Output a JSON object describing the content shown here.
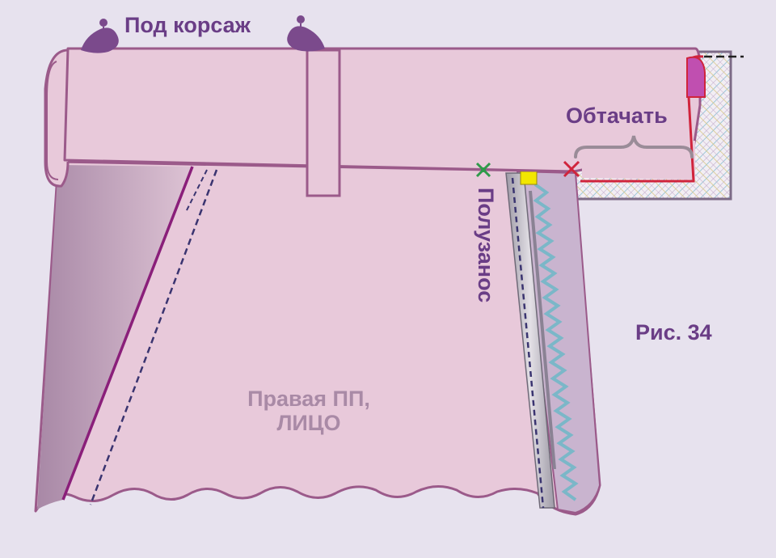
{
  "labels": {
    "under_bodice": "Под корсаж",
    "sew_facing": "Обтачать",
    "half_overlap": "Полузанос",
    "right_front_panel": "Правая ПП,",
    "face_side": "ЛИЦО",
    "figure_number": "Рис. 34"
  },
  "colors": {
    "background": "#e7e2ee",
    "fabric": "#e8c9da",
    "outline": "#9b5a8a",
    "label_purple": "#6a3d86",
    "label_muted": "#a98aa6",
    "pin": "#7b4a8c",
    "marker_green": "#2e9a4a",
    "marker_red": "#d0243c",
    "zipper_tape": "#c9b4cf",
    "zipper_teeth": "#7bb7c8",
    "marker_yellow": "#f2e600",
    "facing_red": "#d0243c",
    "facing_fill": "#c04fb0"
  },
  "icons": {
    "pin": "sewing-pin-icon",
    "green_mark": "green-cross-marker",
    "red_mark": "red-cross-marker"
  }
}
